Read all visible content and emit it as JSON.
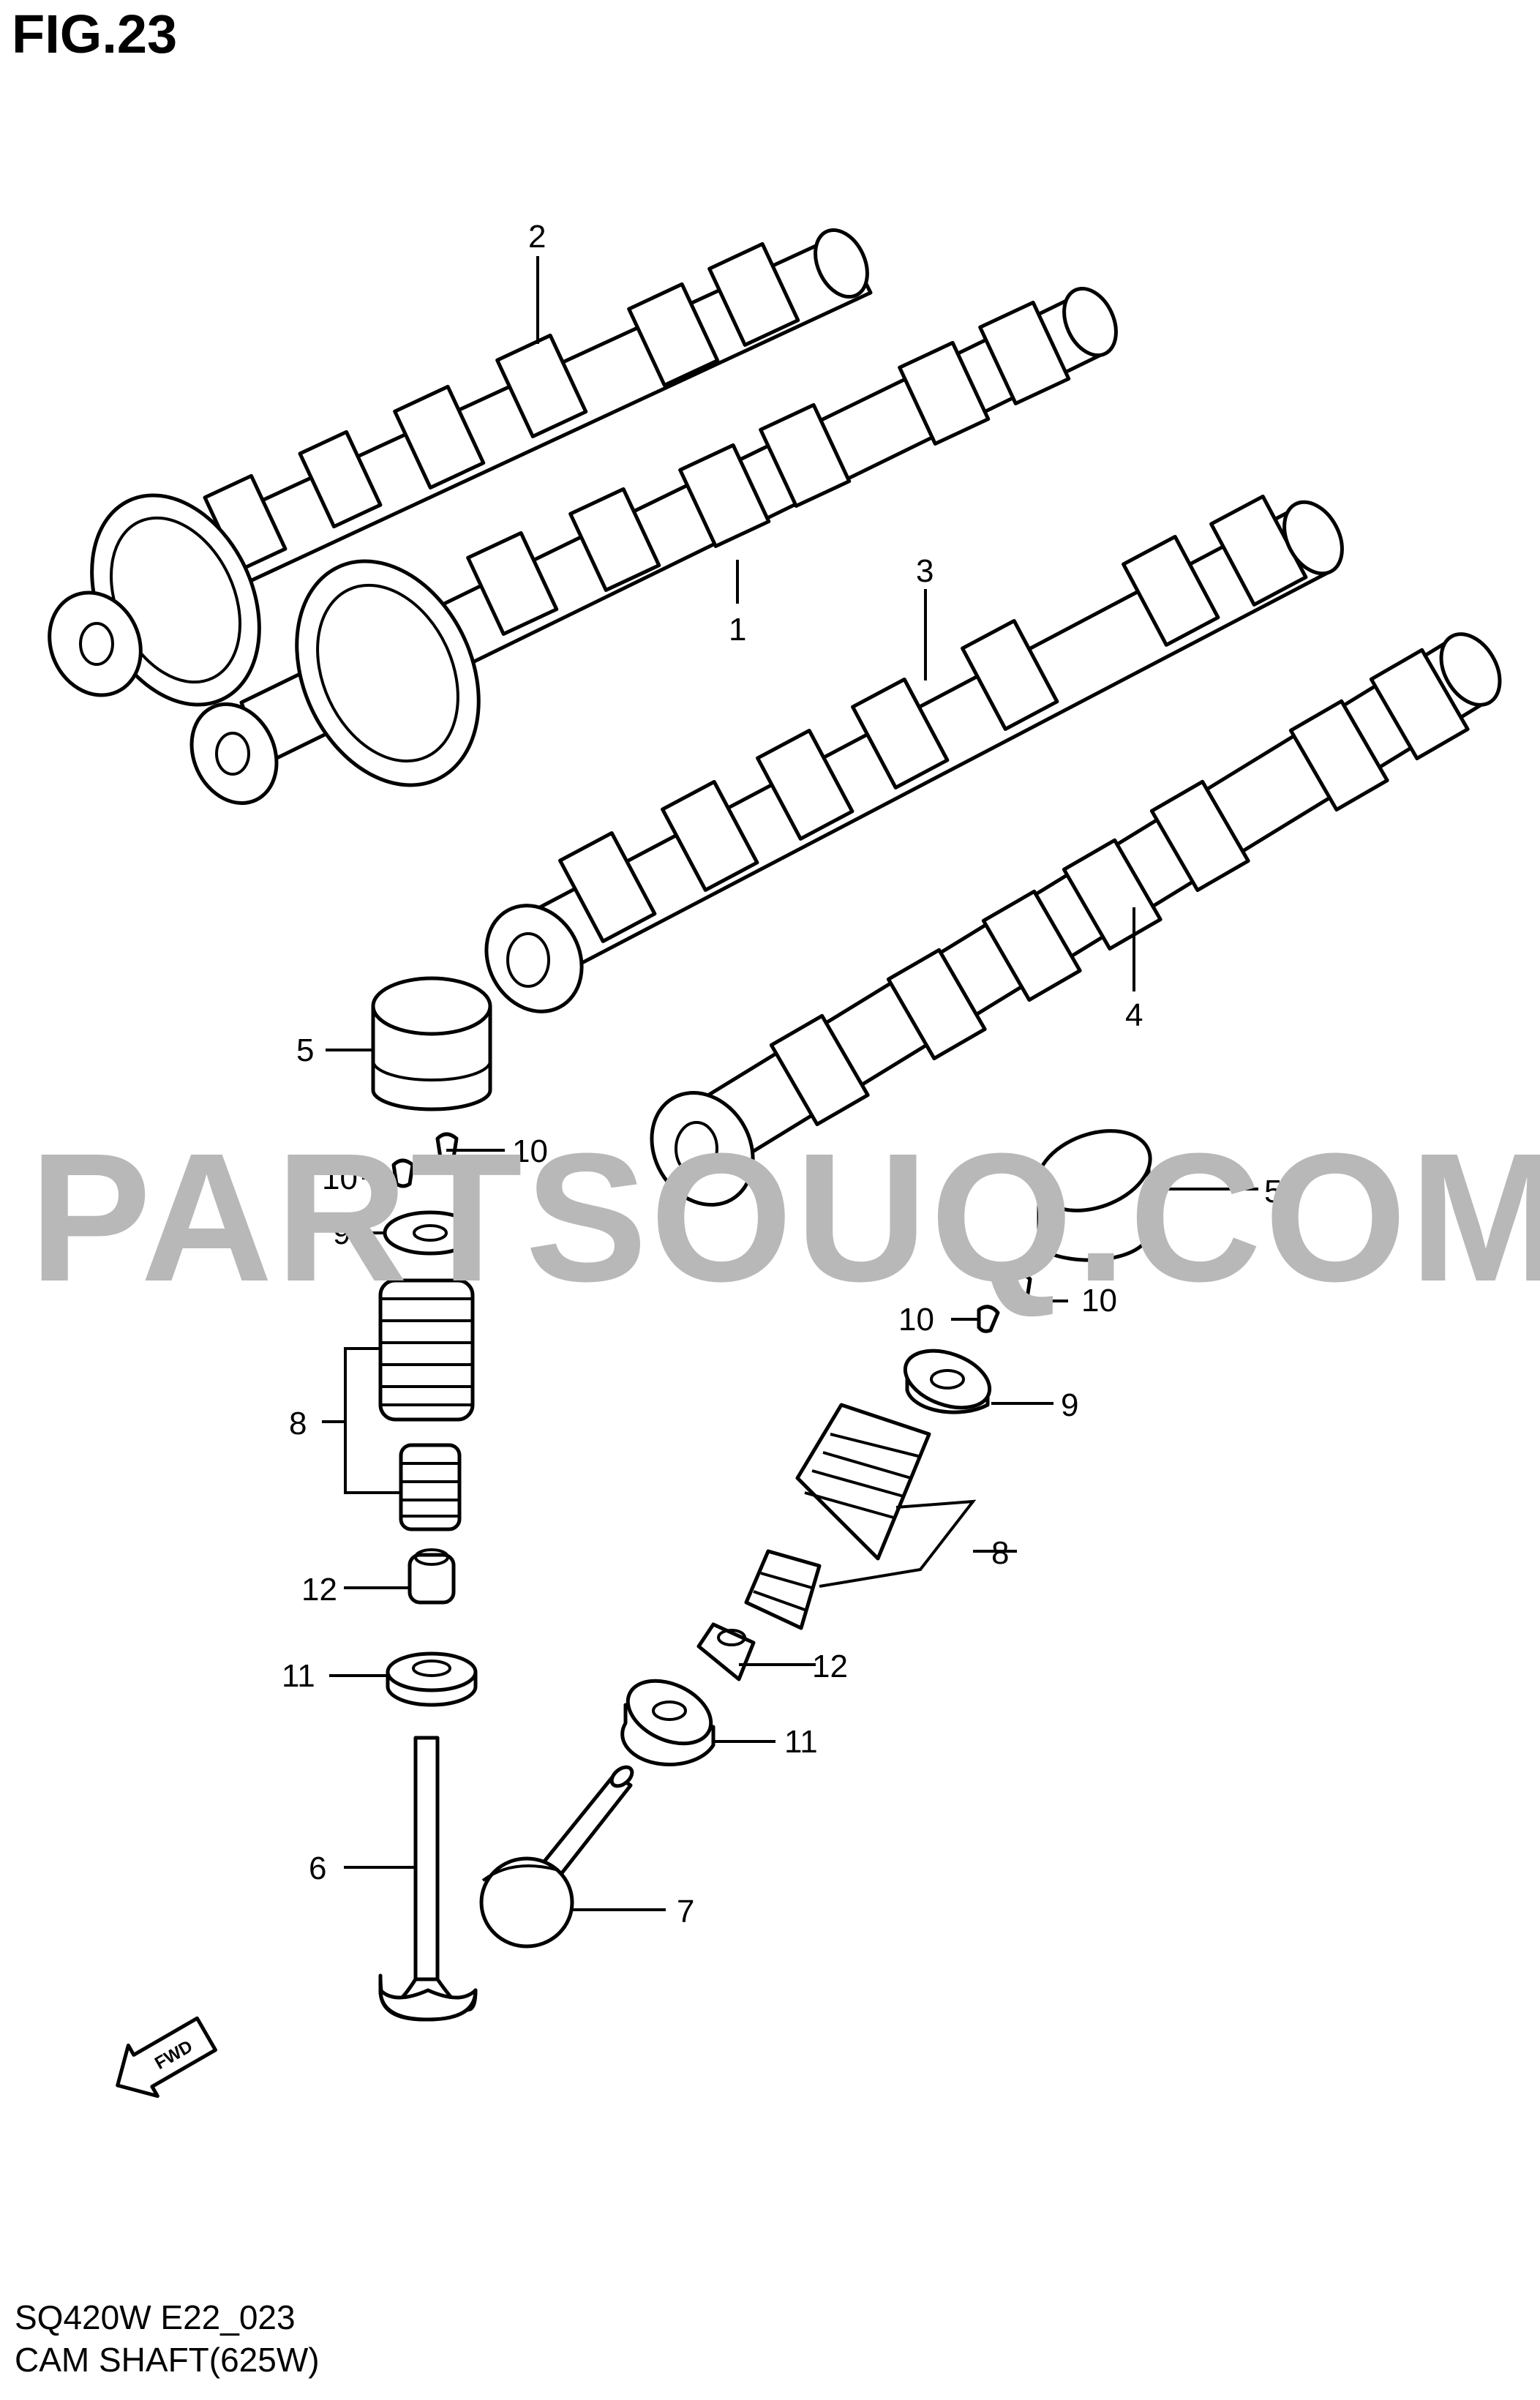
{
  "figure": {
    "title": "FIG.23"
  },
  "watermark": "PARTSOUQ.COM",
  "footer": {
    "model_code": "SQ420W E22_023",
    "caption": "CAM SHAFT(625W)"
  },
  "callouts": {
    "c1": "1",
    "c2": "2",
    "c3": "3",
    "c4": "4",
    "c5a": "5",
    "c5b": "5",
    "c6": "6",
    "c7": "7",
    "c8a": "8",
    "c8b": "8",
    "c9a": "9",
    "c9b": "9",
    "c10a": "10",
    "c10b": "10",
    "c10c": "10",
    "c10d": "10",
    "c11a": "11",
    "c11b": "11",
    "c12a": "12",
    "c12b": "12"
  },
  "fwd_label": "FWD"
}
